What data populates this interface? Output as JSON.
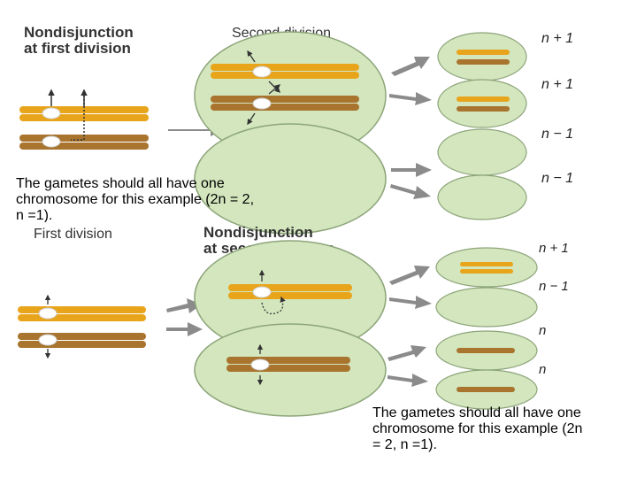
{
  "top": {
    "heading_line1": "Nondisjunction",
    "heading_line2": "at first division",
    "second_division_label": "Second division",
    "gamete_labels": [
      "n + 1",
      "n + 1",
      "n − 1",
      "n − 1"
    ]
  },
  "bottom": {
    "first_division_label": "First division",
    "heading_line1": "Nondisjunction",
    "heading_line2": "at second division",
    "gamete_labels": [
      "n + 1",
      "n − 1",
      "n",
      "n"
    ]
  },
  "captions": {
    "left": "The gametes should all have one chromosome for this example (2n = 2, n =1).",
    "right": "The gametes should all have one chromosome for this example (2n = 2, n =1)."
  },
  "colors": {
    "cell_fill": "#d3e6be",
    "cell_stroke": "#8da57a",
    "chromosome_gold": "#e8a51c",
    "chromosome_brown": "#a8742e",
    "arrow_gray": "#8b8b8b"
  }
}
